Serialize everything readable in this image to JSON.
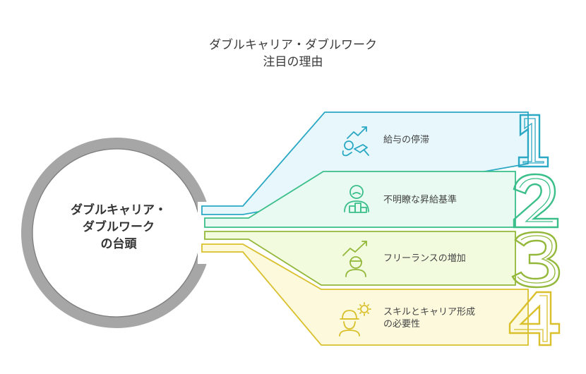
{
  "title": {
    "line1": "ダブルキャリア・ダブルワーク",
    "line2": "注目の理由"
  },
  "hub": {
    "line1": "ダブルキャリア・",
    "line2": "ダブルワーク",
    "line3": "の台頭"
  },
  "items": [
    {
      "number": "1",
      "label": "給与の停滞",
      "icon": "salary-trend-icon",
      "stroke": "#2aa8c4",
      "fill": "#e7f7fc"
    },
    {
      "number": "2",
      "label": "不明瞭な昇給基準",
      "icon": "person-podium-icon",
      "stroke": "#3bbf8a",
      "fill": "#e8faf2"
    },
    {
      "number": "3",
      "label": "フリーランスの増加",
      "icon": "freelancer-growth-icon",
      "stroke": "#93b83a",
      "fill": "#f3fbdf"
    },
    {
      "number": "4",
      "label": [
        "スキルとキャリア形成",
        "の必要性"
      ],
      "icon": "worker-gear-icon",
      "stroke": "#d9c02c",
      "fill": "#fdf9dc"
    }
  ]
}
